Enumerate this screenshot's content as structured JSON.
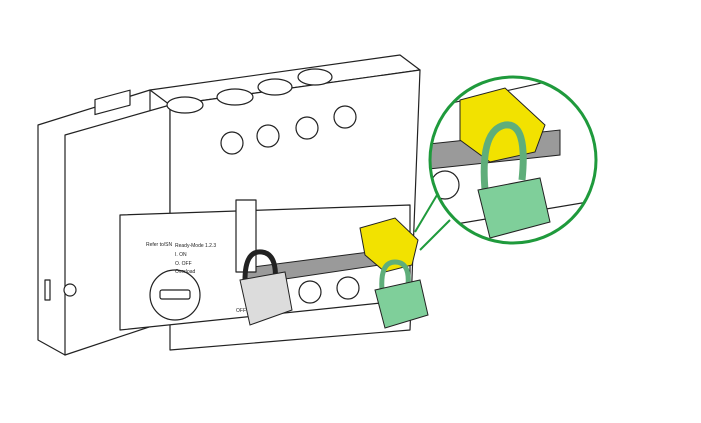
{
  "labels": {
    "reference": "Refer to/SN",
    "mode": "Ready-Mode 1.2.3",
    "on": "I. ON",
    "off": "O. OFF",
    "overload": "Overload",
    "handle_off": "OFF"
  },
  "colors": {
    "lockout_yellow": "#f2e200",
    "padlock_green": "#7fcf9a",
    "padlock_gray": "#dcdcdc",
    "detail_circle": "#1f9a3c",
    "handle_bar": "#9a9a9a"
  }
}
